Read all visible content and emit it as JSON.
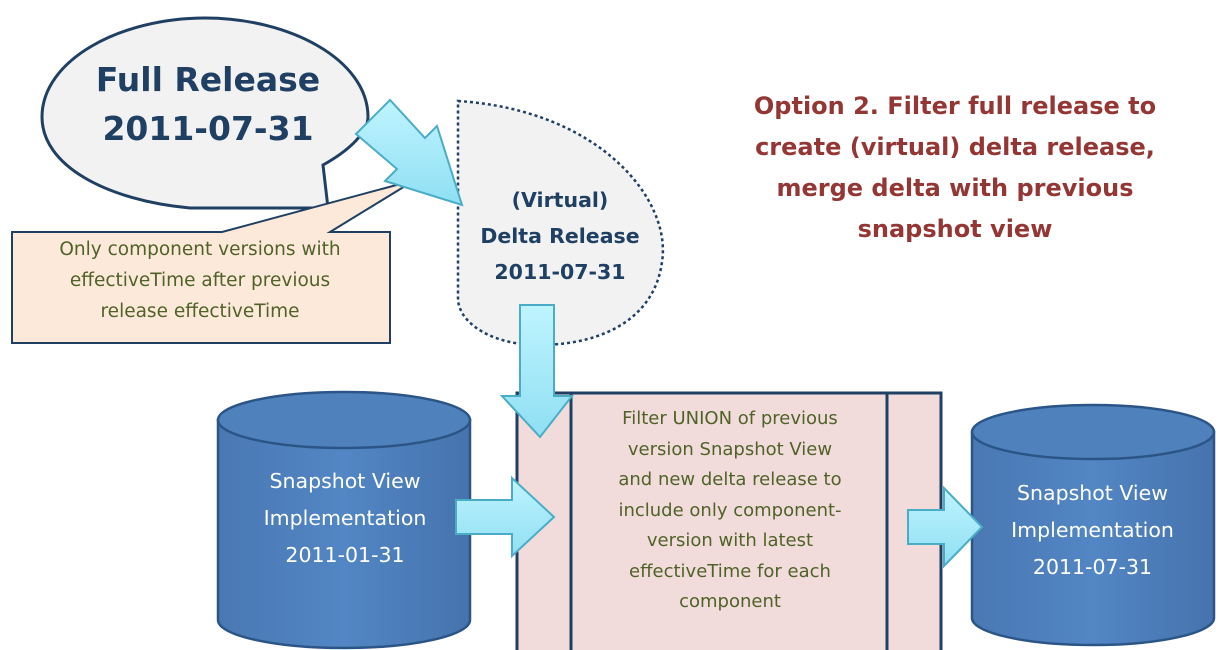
{
  "title": "Option 2. Filter full release to create (virtual) delta release, merge delta with previous snapshot view",
  "title_lines": [
    "Option 2. Filter full release to",
    "create (virtual) delta release,",
    "merge delta with previous",
    "snapshot view"
  ],
  "full_release": {
    "lines": [
      "Full Release",
      "2011-07-31"
    ]
  },
  "note": {
    "lines": [
      "Only component versions with",
      "effectiveTime after previous",
      "release effectiveTime"
    ]
  },
  "delta_release": {
    "lines": [
      "(Virtual)",
      "Delta Release",
      "2011-07-31"
    ]
  },
  "filter_process": {
    "lines": [
      "Filter UNION of previous",
      "version Snapshot View",
      "and new delta release to",
      "include only component-",
      "version with latest",
      "effectiveTime for each",
      "component"
    ]
  },
  "snapshot_previous": {
    "lines": [
      "Snapshot View",
      "Implementation",
      "2011-01-31"
    ]
  },
  "snapshot_new": {
    "lines": [
      "Snapshot View",
      "Implementation",
      "2011-07-31"
    ]
  },
  "colors": {
    "title": "#943634",
    "dark_text": "#1f3f63",
    "green_text": "#4f6228",
    "db_fill": "#4f81bd",
    "db_stroke": "#2c5587",
    "arrow_fill": "#a6ecfb",
    "arrow_stroke": "#4bacc6",
    "process_fill": "#f2dcdb",
    "note_fill": "#fde9d9"
  }
}
